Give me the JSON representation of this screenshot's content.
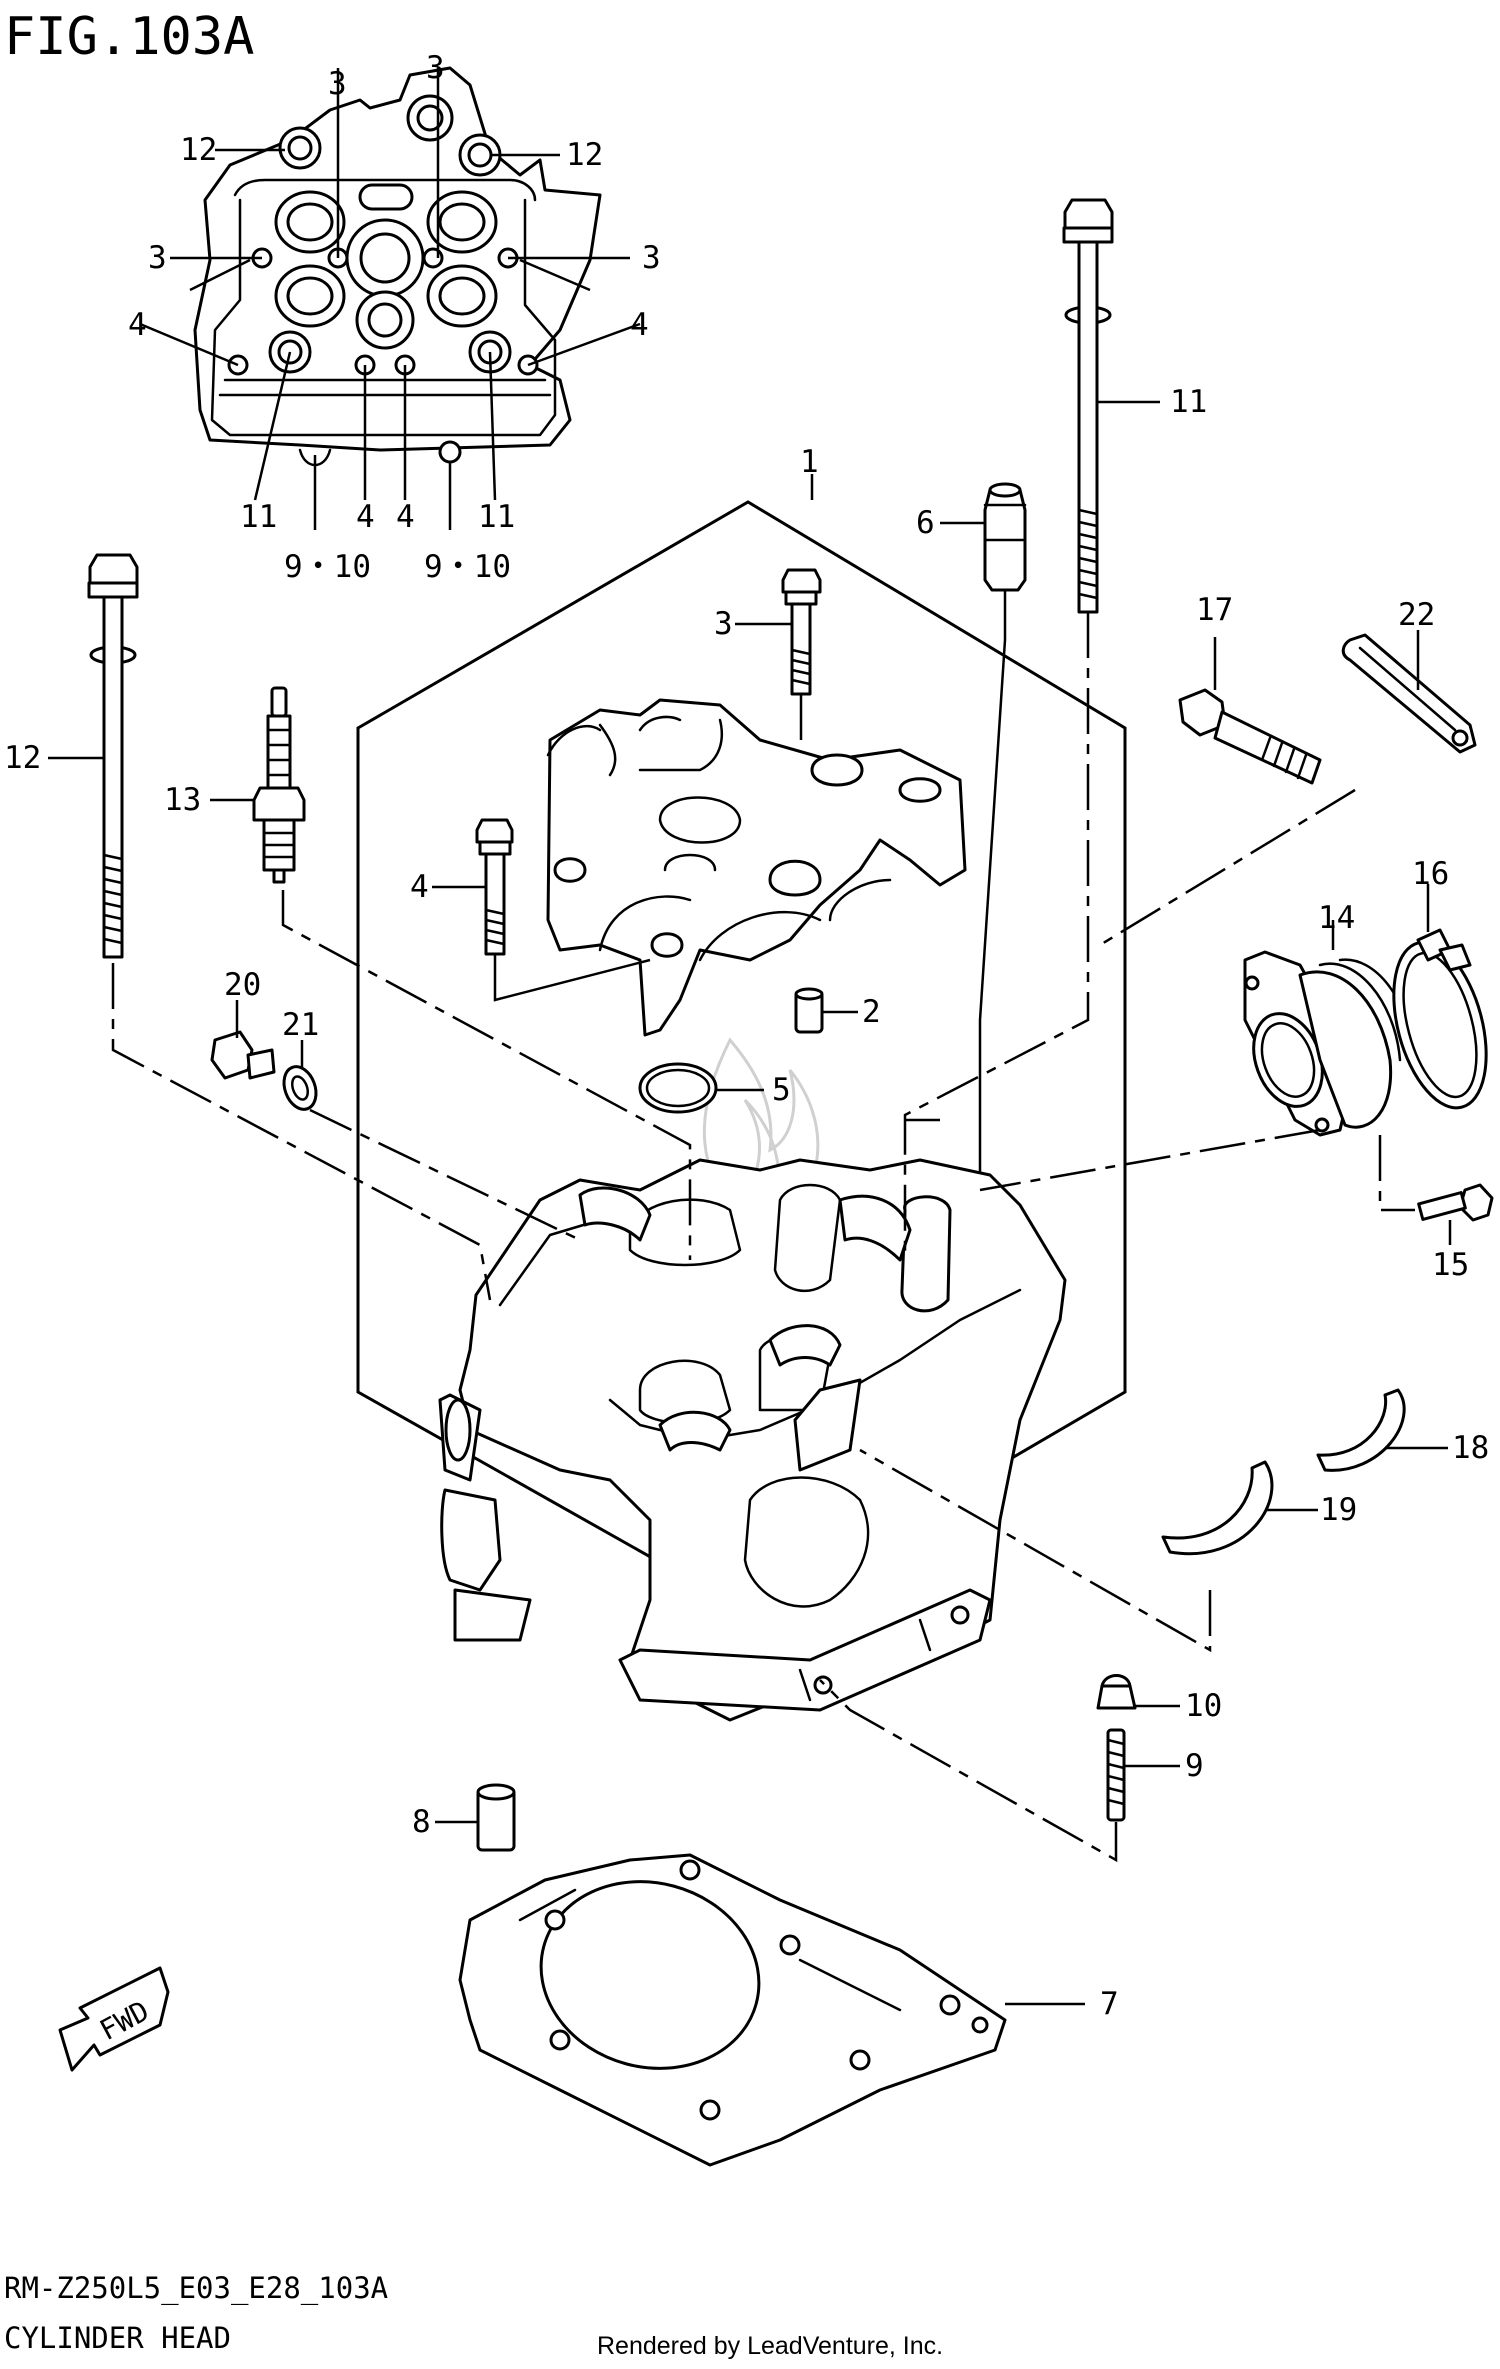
{
  "figure": {
    "title": "FIG.103A",
    "code": "RM-Z250L5_E03_E28_103A",
    "name": "CYLINDER HEAD",
    "credit": "Rendered by LeadVenture, Inc.",
    "fwd_label": "FWD"
  },
  "top_view_callouts": {
    "c3_top_left": "3",
    "c3_top_right": "3",
    "c12_left": "12",
    "c12_right": "12",
    "c3_left": "3",
    "c3_right": "3",
    "c4_left": "4",
    "c4_right": "4",
    "c11_left": "11",
    "c4_mid_a": "4",
    "c4_mid_b": "4",
    "c11_right": "11",
    "c910_left": "9・10",
    "c910_right": "9・10"
  },
  "main_callouts": {
    "p1": "1",
    "p2": "2",
    "p3": "3",
    "p4": "4",
    "p5": "5",
    "p6": "6",
    "p7": "7",
    "p8": "8",
    "p9": "9",
    "p10": "10",
    "p11": "11",
    "p12": "12",
    "p13": "13",
    "p14": "14",
    "p15": "15",
    "p16": "16",
    "p17": "17",
    "p18": "18",
    "p19": "19",
    "p20": "20",
    "p21": "21",
    "p22": "22"
  }
}
